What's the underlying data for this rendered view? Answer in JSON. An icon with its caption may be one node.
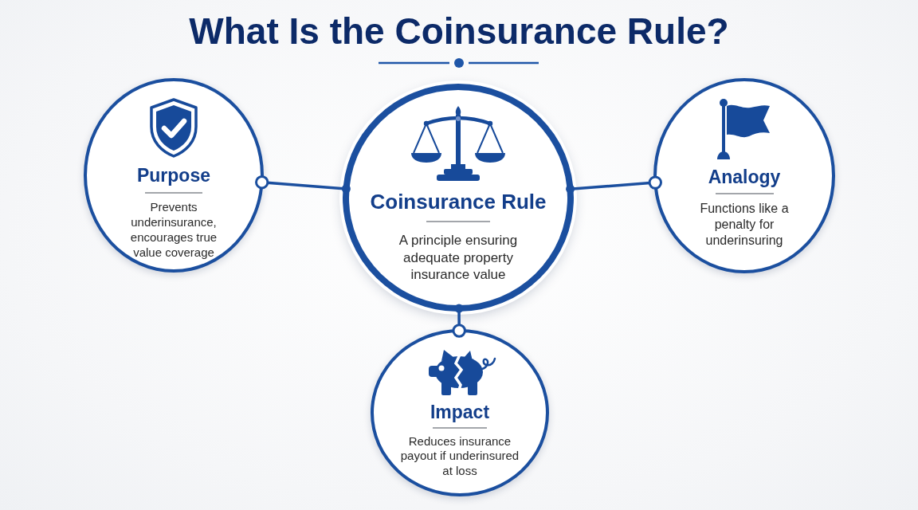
{
  "diagram": {
    "title": "What Is the Coinsurance Rule?",
    "nodes": [
      {
        "text": [
          "Purpose",
          "Prevents underinsurance, encourages true value coverage"
        ]
      },
      {
        "text": [
          "Coinsurance Rule",
          "A principle ensuring adequate property insurance value"
        ]
      },
      {
        "text": [
          "Analogy",
          "Functions like a penalty for underinsuring"
        ]
      },
      {
        "text": [
          "Impact",
          "Reduces insurance payout if underinsured at loss"
        ]
      }
    ],
    "edges": [
      {
        "from": 1,
        "to": 0,
        "arrow": "other"
      },
      {
        "from": 1,
        "to": 2,
        "arrow": "other"
      },
      {
        "from": 1,
        "to": 3,
        "arrow": "other"
      }
    ]
  }
}
